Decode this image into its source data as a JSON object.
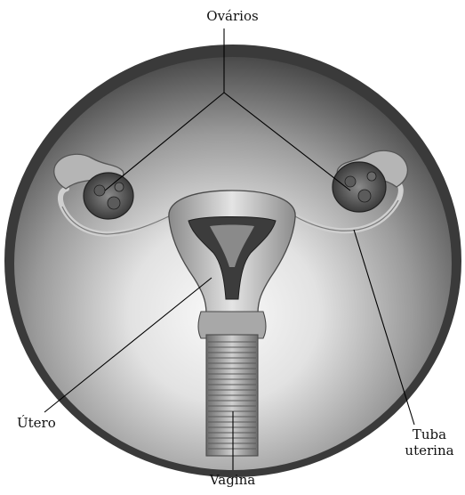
{
  "labels": {
    "ovaries": "Ovários",
    "uterus": "Útero",
    "vagina": "Vagina",
    "tube_line1": "Tuba",
    "tube_line2": "uterina"
  },
  "colors": {
    "rim": "#3a3a3a",
    "background": "#ffffff",
    "tissue_dark": "#3c3c3c",
    "leader_lines": "#000000"
  }
}
